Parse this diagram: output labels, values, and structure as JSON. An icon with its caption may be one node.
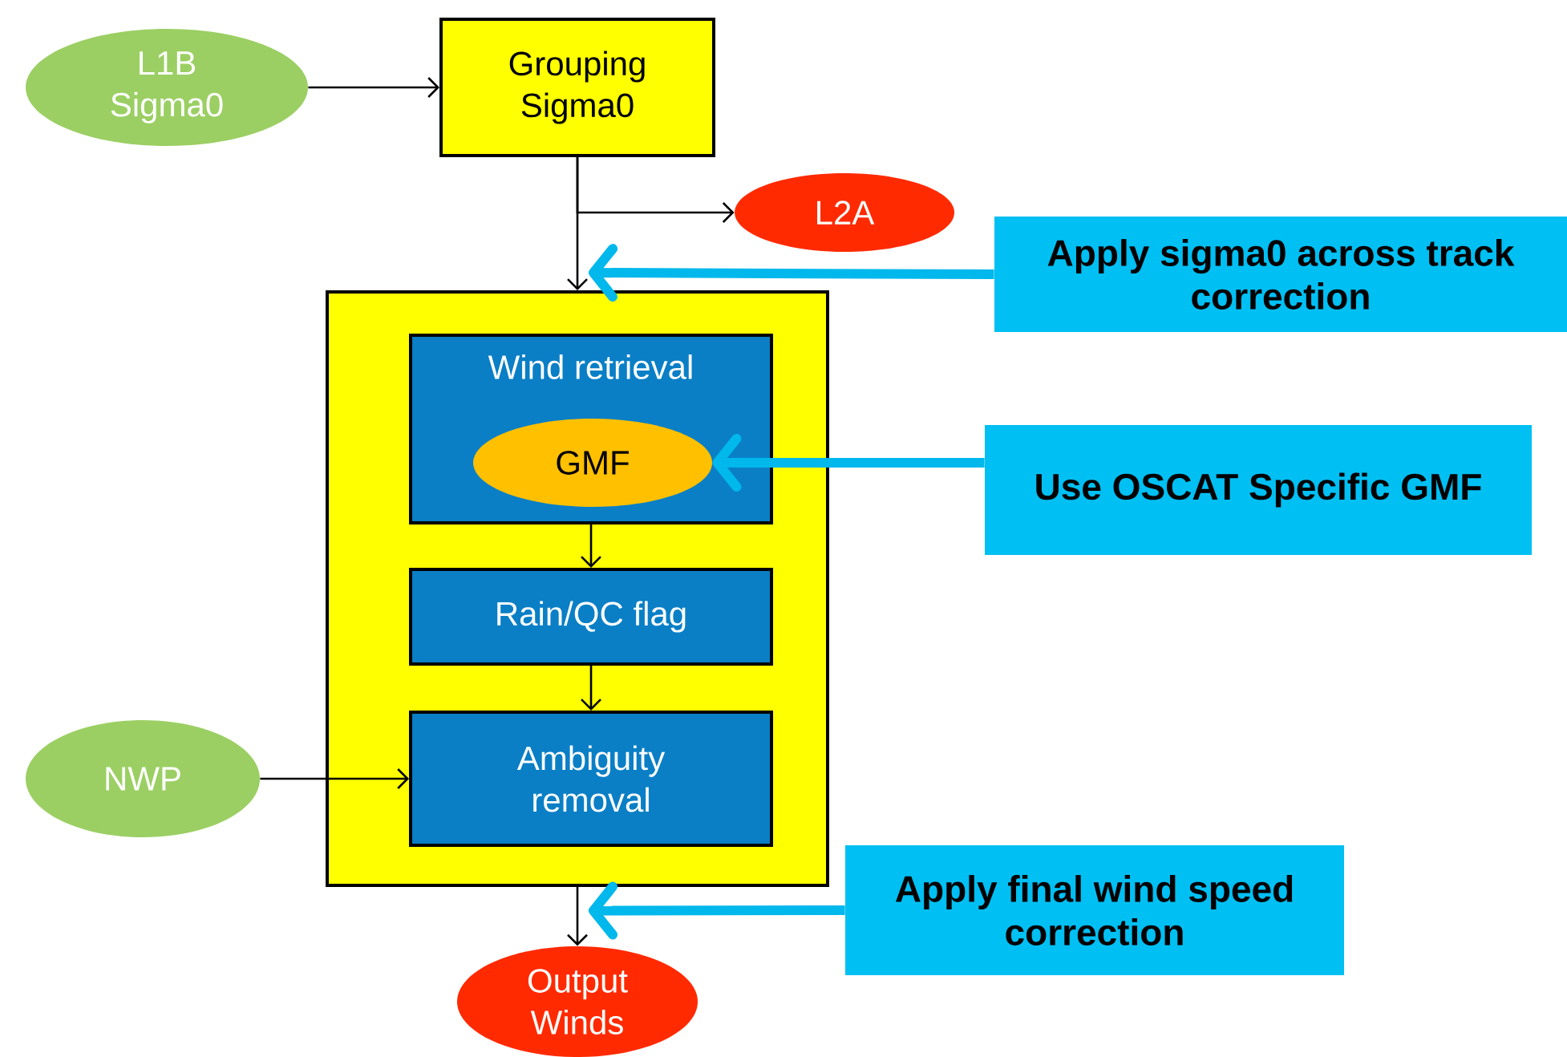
{
  "diagram": {
    "nodes": [
      {
        "text": [
          "L1B Sigma0"
        ]
      },
      {
        "text": [
          "Grouping Sigma0"
        ]
      },
      {
        "text": [
          "L2A"
        ]
      },
      {
        "text": [
          "Apply sigma0 across track correction"
        ]
      },
      {
        "text": [],
        "shape": "box"
      },
      {
        "text": [
          "Wind retrieval"
        ],
        "in": 4
      },
      {
        "text": [
          "GMF"
        ],
        "in": 5
      },
      {
        "text": [
          "Use OSCAT Specific GMF"
        ]
      },
      {
        "text": [
          "Rain/QC flag"
        ],
        "in": 4
      },
      {
        "text": [
          "Ambiguity removal"
        ],
        "in": 4
      },
      {
        "text": [
          "NWP"
        ]
      },
      {
        "text": [
          "Output Winds"
        ]
      },
      {
        "text": [
          "Apply final wind speed correction"
        ]
      }
    ],
    "edges": [
      {
        "from": 0,
        "to": 1,
        "arrow": "to"
      },
      {
        "from": 1,
        "to": 4,
        "arrow": "to"
      },
      {
        "from": 1,
        "to": 2,
        "arrow": "to"
      },
      {
        "from": 3,
        "to": 4,
        "arrow": "to",
        "style": "thick",
        "color": "#00b8ec"
      },
      {
        "from": 7,
        "to": 6,
        "arrow": "to",
        "style": "thick",
        "color": "#00b8ec"
      },
      {
        "from": 5,
        "to": 8,
        "arrow": "to"
      },
      {
        "from": 8,
        "to": 9,
        "arrow": "to"
      },
      {
        "from": 10,
        "to": 9,
        "arrow": "to"
      },
      {
        "from": 4,
        "to": 11,
        "arrow": "to"
      },
      {
        "from": 12,
        "to": 11,
        "arrow": "to",
        "style": "thick",
        "color": "#00b8ec"
      }
    ]
  }
}
